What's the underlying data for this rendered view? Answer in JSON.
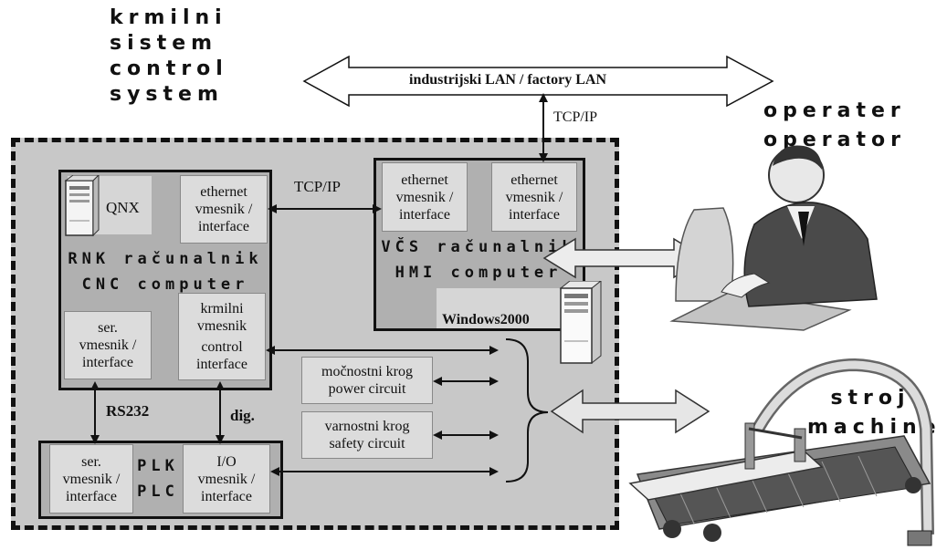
{
  "control_system_title": [
    "krmilni",
    "sistem",
    "control",
    "system"
  ],
  "operator_title": [
    "operater",
    "operator"
  ],
  "machine_title": [
    "stroj",
    "machine"
  ],
  "lan": {
    "label": "industrijski LAN / factory LAN"
  },
  "connections": {
    "tcp_lan": "TCP/IP",
    "tcp_cnc_hmi": "TCP/IP",
    "rs232": "RS232",
    "dig": "dig."
  },
  "cnc": {
    "qnx": "QNX",
    "ethernet": [
      "ethernet",
      "vmesnik /",
      "interface"
    ],
    "name": [
      "RNK računalnik",
      "CNC computer"
    ],
    "serial": [
      "ser.",
      "vmesnik /",
      "interface"
    ],
    "control": [
      "krmilni",
      "vmesnik",
      "control",
      "interface"
    ]
  },
  "hmi": {
    "ethernet_left": [
      "ethernet",
      "vmesnik /",
      "interface"
    ],
    "ethernet_right": [
      "ethernet",
      "vmesnik /",
      "interface"
    ],
    "name": [
      "VČS računalnik",
      "HMI computer"
    ],
    "os": "Windows2000"
  },
  "circuits": {
    "power": [
      "močnostni krog",
      "power circuit"
    ],
    "safety": [
      "varnostni krog",
      "safety circuit"
    ]
  },
  "plc": {
    "serial": [
      "ser.",
      "vmesnik /",
      "interface"
    ],
    "name": [
      "PLK",
      "PLC"
    ],
    "io": [
      "I/O",
      "vmesnik /",
      "interface"
    ]
  }
}
